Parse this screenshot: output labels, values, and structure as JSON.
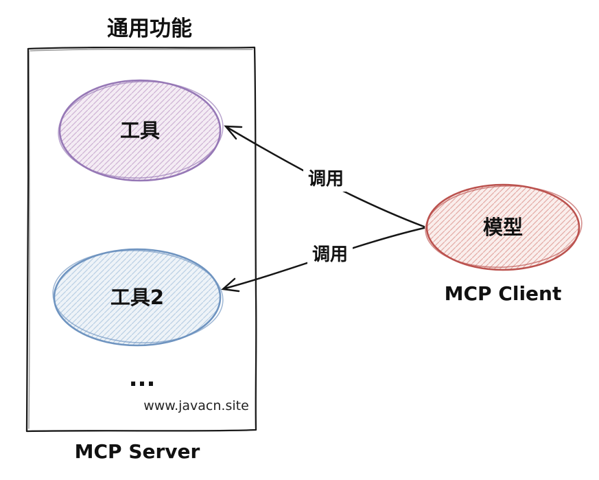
{
  "diagram": {
    "title": "通用功能",
    "server": {
      "label": "MCP Server"
    },
    "client": {
      "label": "MCP Client"
    },
    "nodes": {
      "tool1": {
        "label": "工具",
        "stroke": "#9678b6"
      },
      "tool2": {
        "label": "工具2",
        "stroke": "#6f94c0"
      },
      "model": {
        "label": "模型",
        "stroke": "#bb524e"
      }
    },
    "edges": {
      "call1": {
        "label": "调用"
      },
      "call2": {
        "label": "调用"
      }
    },
    "ellipsis": "...",
    "watermark": "www.javacn.site",
    "colors": {
      "line": "#1a1a1a",
      "text": "#111111",
      "tool1_hatch": "#cdb2d4",
      "tool2_hatch": "#b9cfe4",
      "model_hatch": "#e3aaa5"
    }
  }
}
